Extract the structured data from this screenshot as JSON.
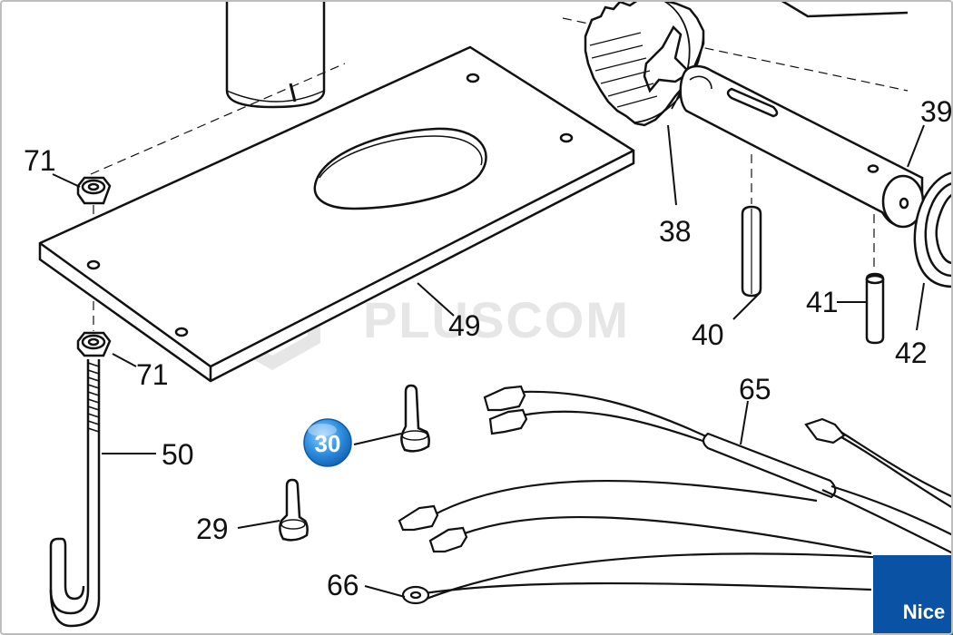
{
  "diagram": {
    "part_labels": {
      "p71a": "71",
      "p71b": "71",
      "p49": "49",
      "p50": "50",
      "p38": "38",
      "p39": "39",
      "p40": "40",
      "p41": "41",
      "p42": "42",
      "p65": "65",
      "p29": "29",
      "p66": "66"
    },
    "highlight": {
      "label": "30",
      "color": "#2a86d6"
    },
    "watermark": "PLUSCOM",
    "brand": {
      "text": "Nice",
      "color": "#0a53a4"
    },
    "line_color": "#111111"
  }
}
